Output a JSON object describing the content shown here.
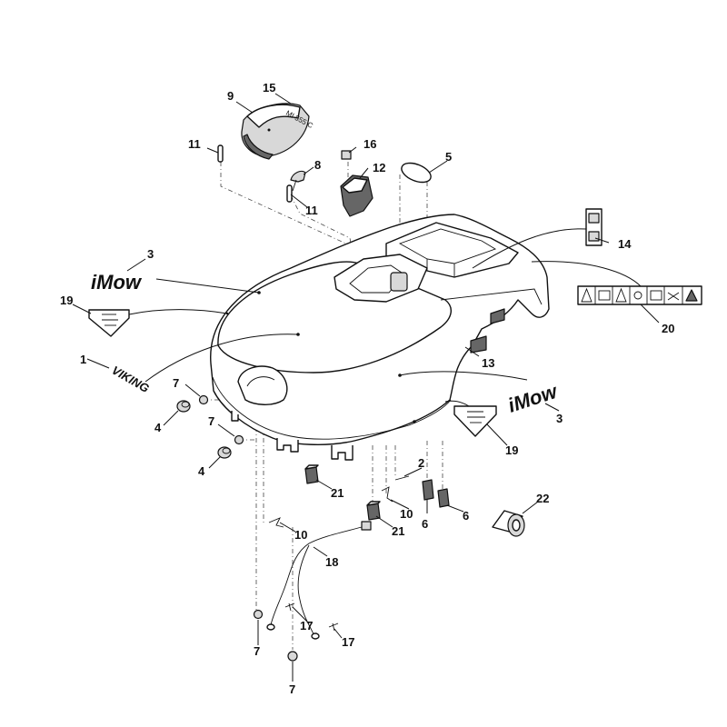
{
  "diagram": {
    "labels": {
      "l1": "1",
      "l2": "2",
      "l3a": "3",
      "l3b": "3",
      "l4a": "4",
      "l4b": "4",
      "l5": "5",
      "l6a": "6",
      "l6b": "6",
      "l7a": "7",
      "l7b": "7",
      "l7c": "7",
      "l7d": "7",
      "l8": "8",
      "l9": "9",
      "l10a": "10",
      "l10b": "10",
      "l11a": "11",
      "l11b": "11",
      "l12": "12",
      "l13": "13",
      "l14": "14",
      "l15": "15",
      "l16": "16",
      "l17a": "17",
      "l17b": "17",
      "l18": "18",
      "l19a": "19",
      "l19b": "19",
      "l20": "20",
      "l21a": "21",
      "l21b": "21",
      "l22": "22"
    },
    "decal_text": {
      "imow_a": "iMow",
      "imow_b": "iMow",
      "viking": "VIKING",
      "part_code": "MI 555 C"
    }
  }
}
